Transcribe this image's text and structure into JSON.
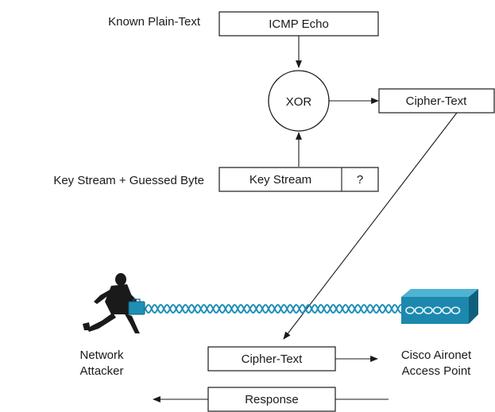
{
  "labels": {
    "known_plaintext": "Known Plain-Text",
    "keystream_guess": "Key Stream + Guessed Byte",
    "network_attacker_line1": "Network",
    "network_attacker_line2": "Attacker",
    "access_point_line1": "Cisco Aironet",
    "access_point_line2": "Access Point"
  },
  "boxes": {
    "icmp_echo": "ICMP Echo",
    "xor": "XOR",
    "cipher_text_top": "Cipher-Text",
    "key_stream": "Key Stream",
    "guessed_byte": "?",
    "cipher_text_bottom": "Cipher-Text",
    "response": "Response"
  },
  "icons": {
    "attacker": "attacker-figure-icon",
    "access_point": "access-point-icon",
    "wireless_link": "wireless-signal-wave"
  },
  "colors": {
    "wave": "#1f8fb5",
    "access_point_body": "#1d88ad",
    "access_point_dark": "#0f5f7c",
    "briefcase": "#1f8fb5"
  }
}
